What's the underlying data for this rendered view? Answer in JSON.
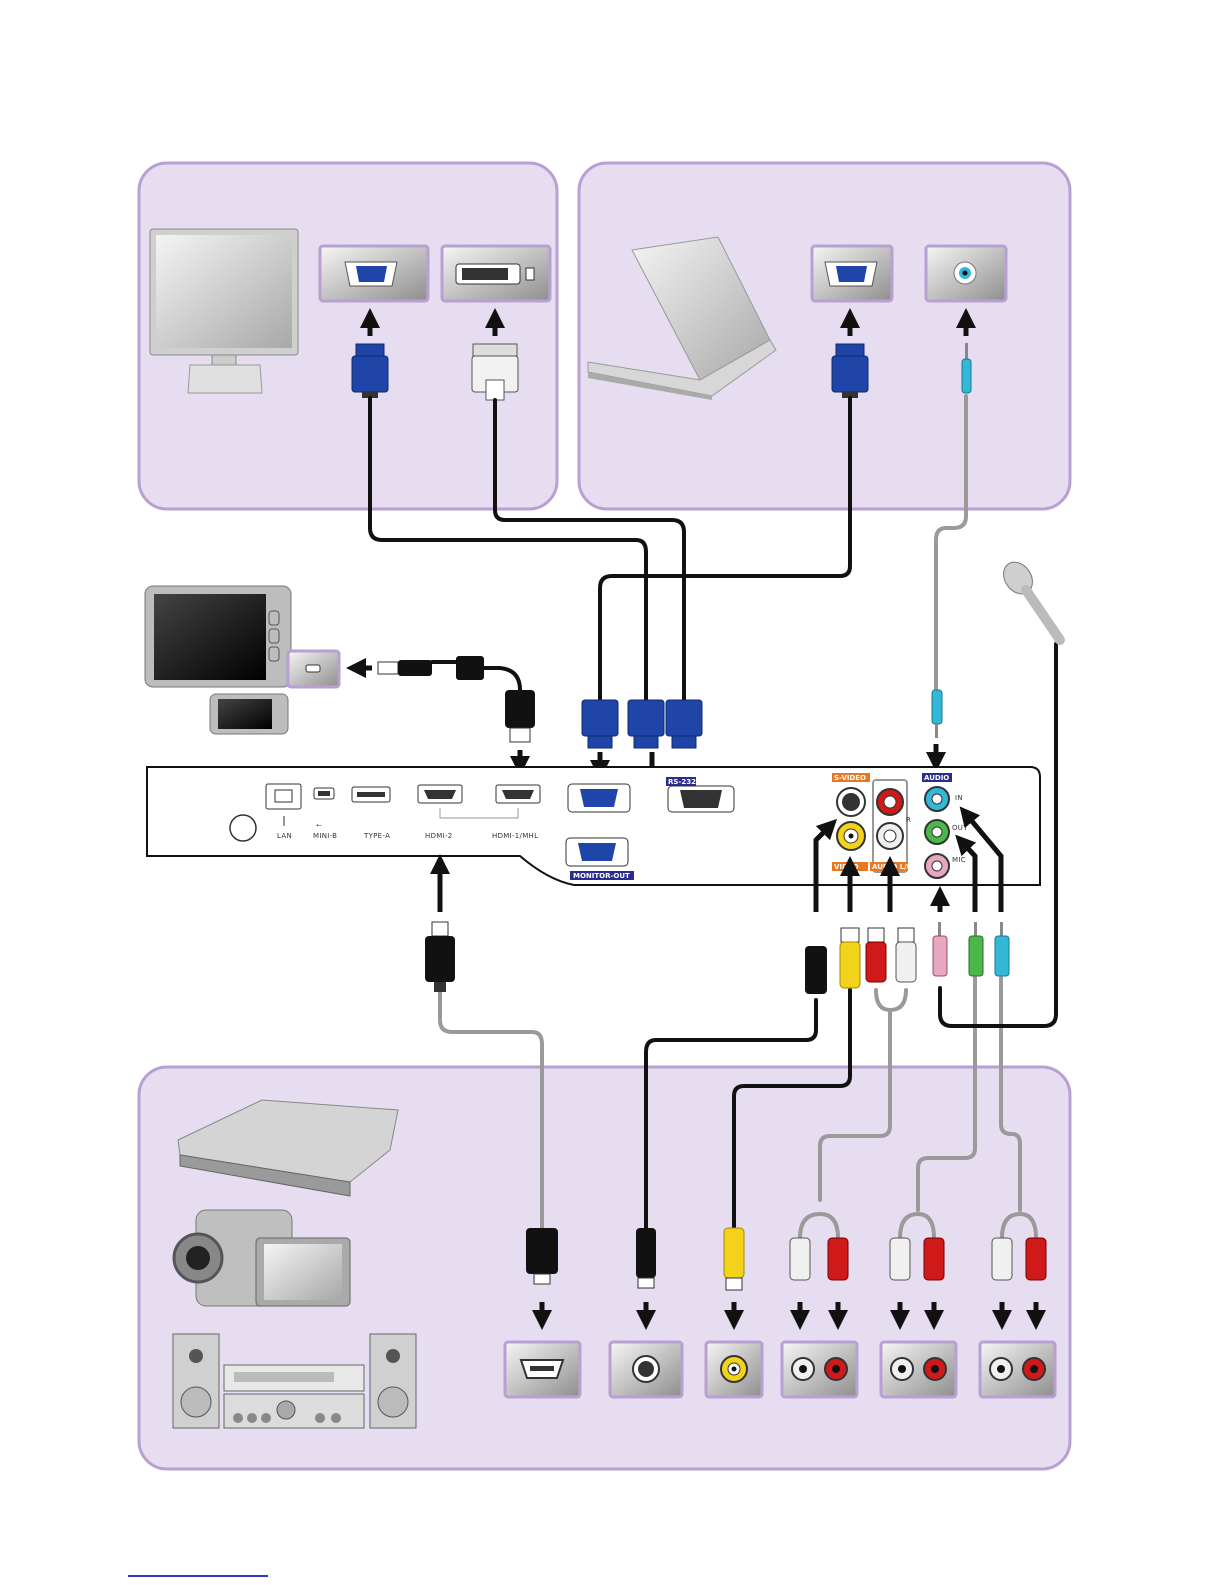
{
  "colors": {
    "panel_fill": "#e6def0",
    "panel_border": "#b9a0d3",
    "cable": "#111111",
    "cable_grey": "#9a9a9a",
    "vga_blue": "#1f45a8",
    "rca_yellow": "#f2d21a",
    "rca_red": "#d01a1a",
    "rca_white": "#f0f0f0",
    "audio_cyan": "#33b8d8",
    "audio_green": "#4cb84a",
    "audio_pink": "#e8a6c0",
    "tag_orange": "#e87722",
    "tag_navy": "#2b2d8e"
  },
  "projector_panel": {
    "lan_label": "LAN",
    "mini_b_label": "MINI-B",
    "type_a_label": "TYPE-A",
    "hdmi2_label": "HDMI-2",
    "hdmi1_label": "HDMI-1/MHL",
    "rs232_label": "RS-232",
    "monitor_out_label": "MONITOR-OUT",
    "svideo_label": "S-VIDEO",
    "video_label": "VIDEO",
    "audio_lr_label": "AUDIO L/R",
    "audio_label": "AUDIO",
    "r_label": "R",
    "in_label": "IN",
    "out_label": "OUT",
    "mic_label": "MIC"
  },
  "devices": {
    "monitor_icon": "monitor-icon",
    "laptop_icon": "laptop-icon",
    "tablet_icon": "tablet-icon",
    "phone_icon": "smartphone-icon",
    "microphone_icon": "microphone-icon",
    "dvd_icon": "dvd-player-icon",
    "camcorder_icon": "camcorder-icon",
    "stereo_icon": "stereo-system-icon"
  }
}
